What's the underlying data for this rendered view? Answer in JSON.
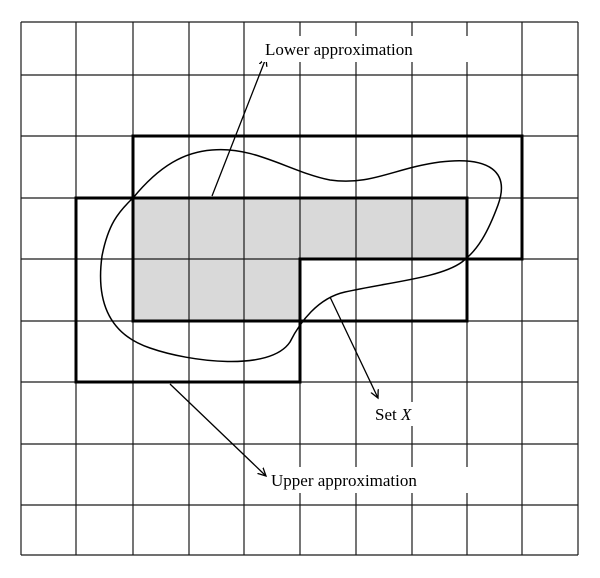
{
  "labels": {
    "lower": "Lower approximation",
    "upper": "Upper approximation",
    "set_prefix": "Set ",
    "set_var": "X"
  },
  "colors": {
    "lower_fill": "#d9d9d9",
    "lines": "#000000",
    "background": "#ffffff"
  }
}
